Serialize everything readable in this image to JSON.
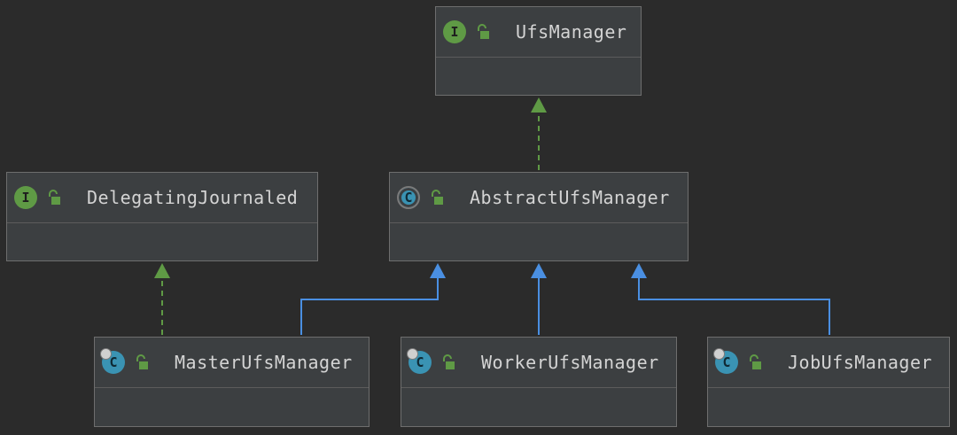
{
  "diagram": {
    "nodes": [
      {
        "id": "ufsmanager",
        "name": "UfsManager",
        "kind": "interface",
        "icon_letter": "I"
      },
      {
        "id": "delegatingjournaled",
        "name": "DelegatingJournaled",
        "kind": "interface",
        "icon_letter": "I"
      },
      {
        "id": "abstractufsmanager",
        "name": "AbstractUfsManager",
        "kind": "abstract-class",
        "icon_letter": "C"
      },
      {
        "id": "masterufsmanager",
        "name": "MasterUfsManager",
        "kind": "class",
        "icon_letter": "C"
      },
      {
        "id": "workerufsmanager",
        "name": "WorkerUfsManager",
        "kind": "class",
        "icon_letter": "C"
      },
      {
        "id": "jobufsmanager",
        "name": "JobUfsManager",
        "kind": "class",
        "icon_letter": "C"
      }
    ],
    "edges": [
      {
        "from": "abstractufsmanager",
        "to": "ufsmanager",
        "type": "implements",
        "style": "dashed",
        "color": "#5f9a45"
      },
      {
        "from": "masterufsmanager",
        "to": "delegatingjournaled",
        "type": "implements",
        "style": "dashed",
        "color": "#5f9a45"
      },
      {
        "from": "masterufsmanager",
        "to": "abstractufsmanager",
        "type": "extends",
        "style": "solid",
        "color": "#4a8fe2"
      },
      {
        "from": "workerufsmanager",
        "to": "abstractufsmanager",
        "type": "extends",
        "style": "solid",
        "color": "#4a8fe2"
      },
      {
        "from": "jobufsmanager",
        "to": "abstractufsmanager",
        "type": "extends",
        "style": "solid",
        "color": "#4a8fe2"
      }
    ],
    "colors": {
      "background": "#2b2b2b",
      "node_fill": "#3c3f41",
      "node_border": "#6e6e6e",
      "interface_icon": "#5f9a45",
      "class_icon": "#3a93b3",
      "lock_icon": "#5f9a45",
      "text": "#d4d4d4"
    },
    "icons": {
      "interface": "interface-icon",
      "class": "class-icon",
      "abstract-class": "abstract-class-icon",
      "visibility": "unlocked-padlock-icon"
    }
  }
}
